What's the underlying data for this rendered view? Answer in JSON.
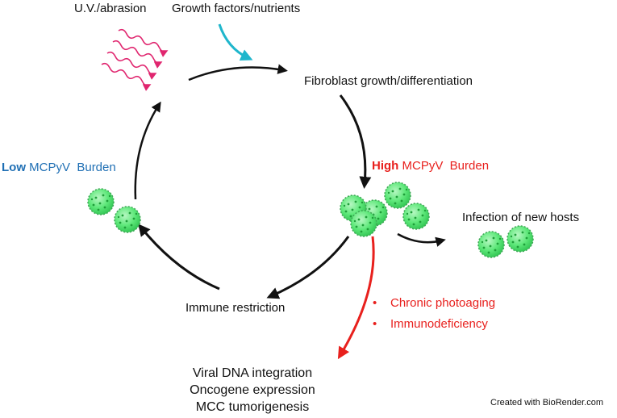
{
  "labels": {
    "uv": "U.V./abrasion",
    "growth_factors": "Growth factors/nutrients",
    "fibroblast": "Fibroblast growth/differentiation",
    "infection": "Infection of new hosts",
    "immune": "Immune restriction"
  },
  "low_burden": {
    "level": "Low",
    "text": "MCPyV  Burden"
  },
  "high_burden": {
    "level": "High",
    "text": "MCPyV  Burden"
  },
  "risk_factors": [
    "Chronic photoaging",
    "Immunodeficiency"
  ],
  "outcomes": [
    "Viral DNA integration",
    "Oncogene expression",
    "MCC tumorigenesis"
  ],
  "credit": "Created with BioRender.com",
  "colors": {
    "uv_rays": "#e0266f",
    "nutrient_arrow": "#1fb6cc",
    "risk_arrow": "#e8201d",
    "virion_fill": "#5ee87a",
    "virion_dots": "#1f9e3a",
    "cycle_arrow": "#111111"
  },
  "icons": [
    "uv-ray-icon",
    "virion-icon"
  ]
}
